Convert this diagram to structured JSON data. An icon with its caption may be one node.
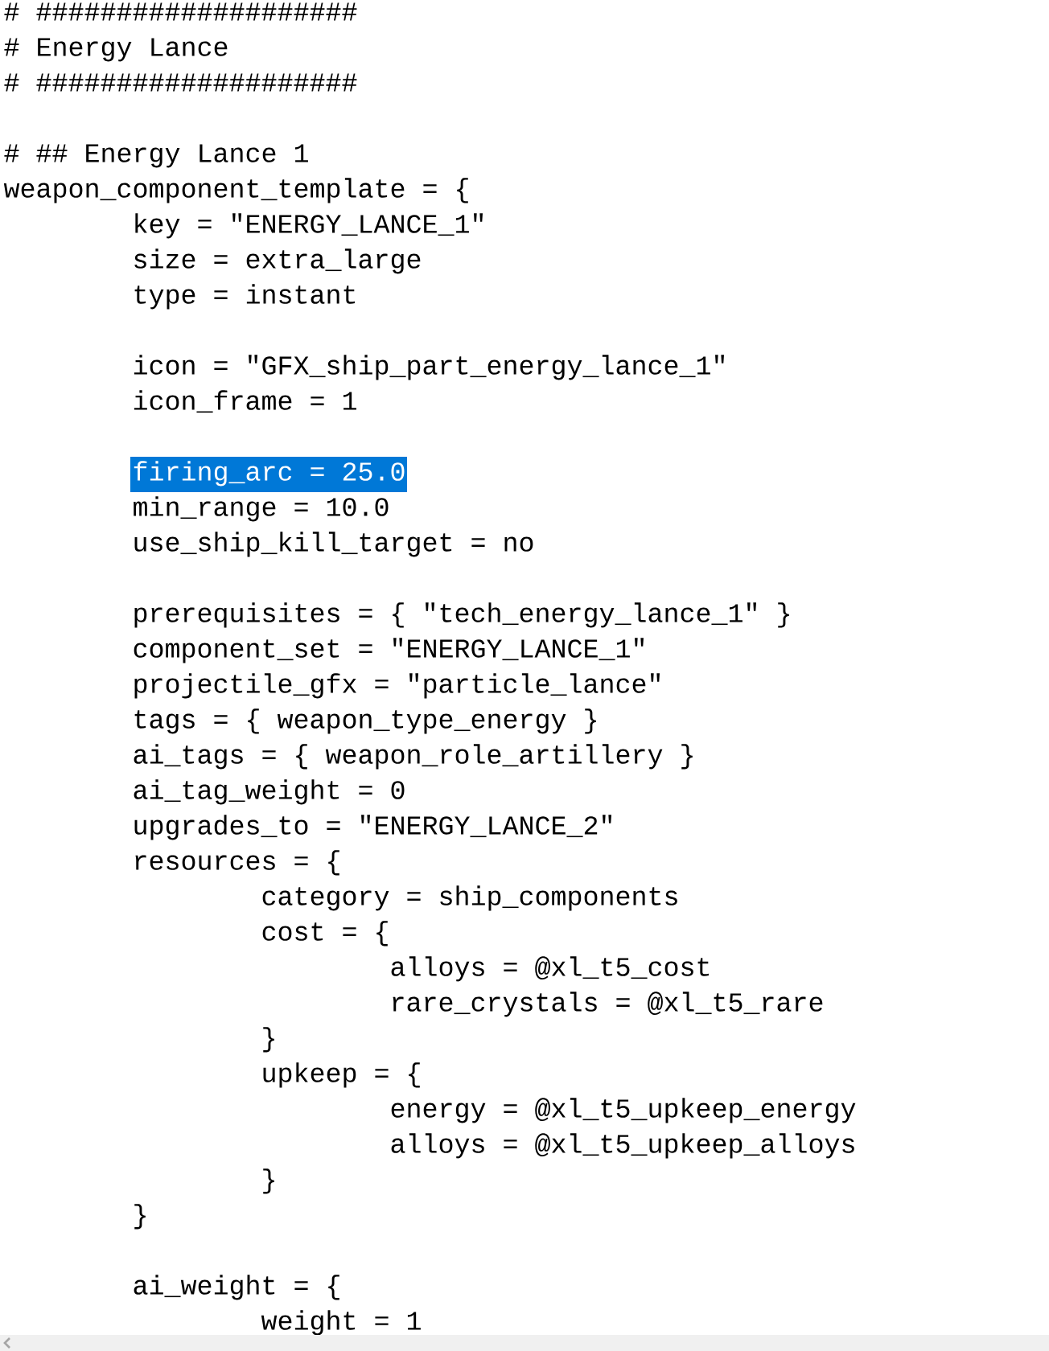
{
  "diagram": {
    "labels": [
      "# ####################",
      "#  Energy Lance",
      "# ####################",
      "# ## Energy Lance 1",
      "weapon_component_template = {",
      "key = \"ENERGY_LANCE_1\"",
      "size = extra_large",
      "type = instant",
      "icon = \"GFX_ship_part_energy_lance_1\"",
      "icon_frame = 1",
      "firing_arc = 25.0",
      "min_range = 10.0",
      "use_ship_kill_target = no",
      "prerequisites = { \"tech_energy_lance_1\" }",
      "component_set = \"ENERGY_LANCE_1\"",
      "projectile_gfx = \"particle_lance\"",
      "tags = { weapon_type_energy }",
      "ai_tags = { weapon_role_artillery }",
      "ai_tag_weight = 0",
      "upgrades_to = \"ENERGY_LANCE_2\"",
      "resources = {",
      "category = ship_components",
      "cost = {",
      "alloys = @xl_t5_cost",
      "rare_crystals = @xl_t5_rare",
      "}",
      "upkeep = {",
      "energy = @xl_t5_upkeep_energy",
      "alloys = @xl_t5_upkeep_alloys",
      "}",
      "}",
      "ai_weight = {",
      "weight = 1"
    ]
  }
}
